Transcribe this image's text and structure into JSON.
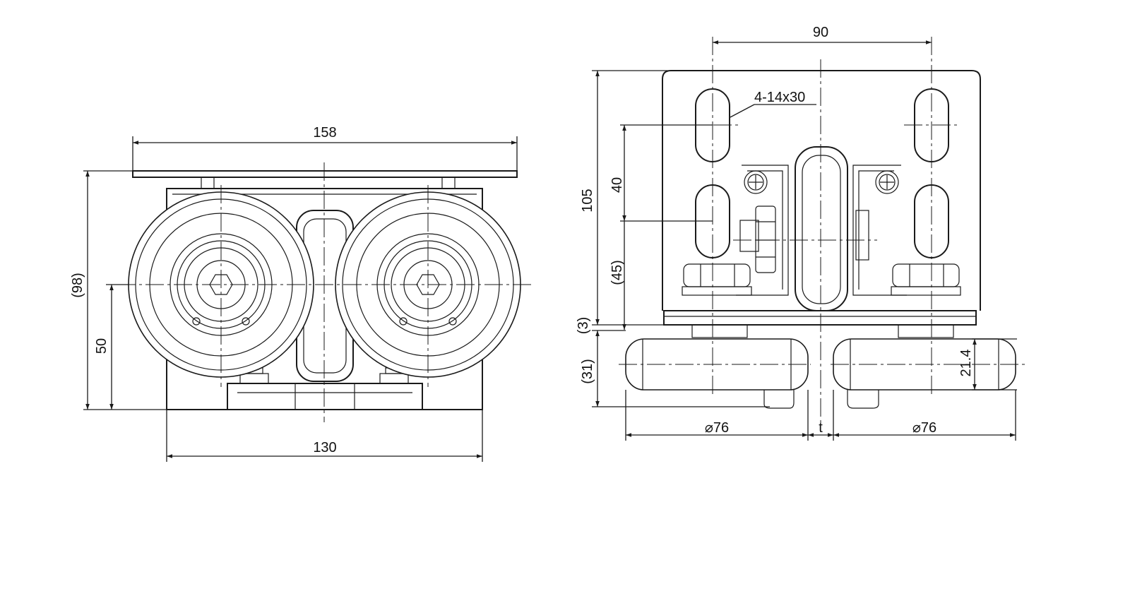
{
  "front_view": {
    "dim_top_width": "158",
    "dim_bottom_width": "130",
    "dim_total_height": "(98)",
    "dim_axle_height": "50"
  },
  "side_view": {
    "dim_hole_spacing": "90",
    "dim_slot_spec": "4-14x30",
    "dim_plate_height": "105",
    "dim_slot_pitch": "40",
    "dim_lower_height": "(45)",
    "dim_gap": "(3)",
    "dim_wheel_height": "(31)",
    "dim_wheel_thickness": "21.4",
    "dim_wheel_dia_left": "⌀76",
    "dim_wheel_dia_right": "⌀76",
    "dim_thickness_t": "t"
  }
}
